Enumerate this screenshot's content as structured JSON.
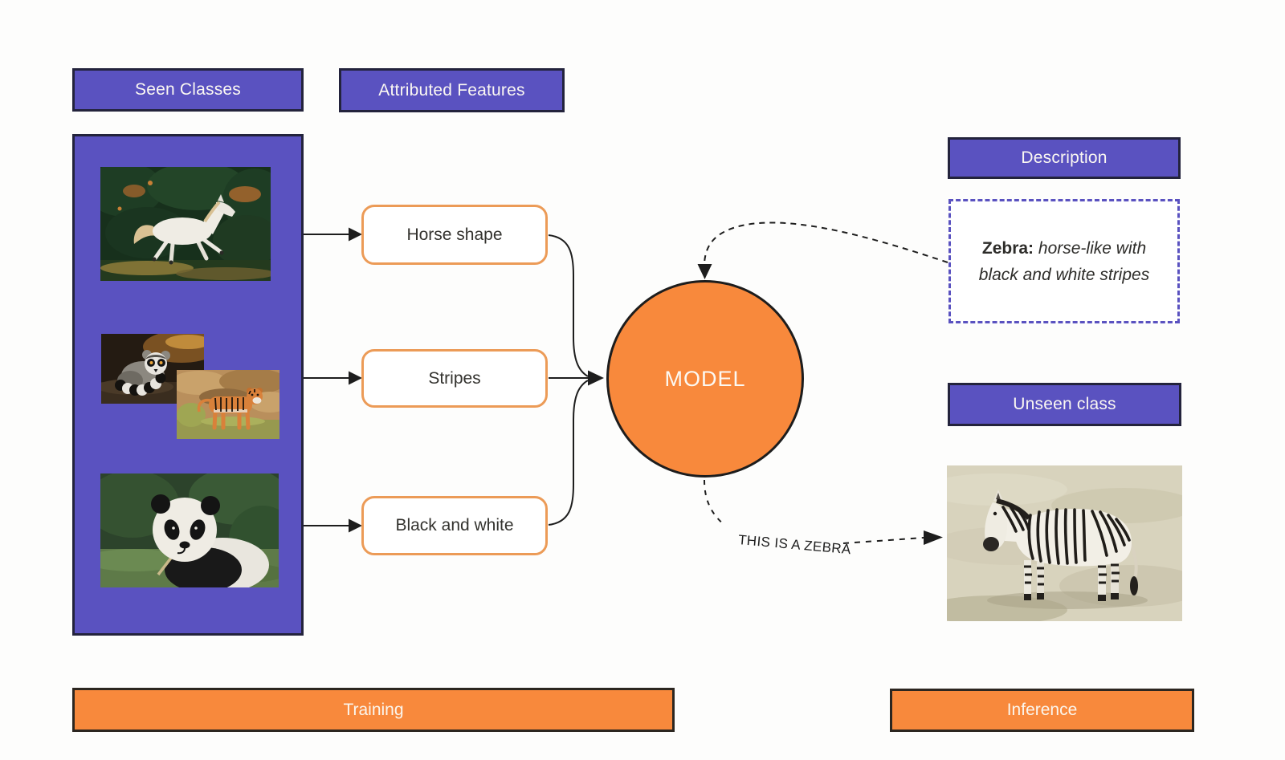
{
  "headers": {
    "seen_classes": "Seen Classes",
    "attributed_features": "Attributed Features",
    "description": "Description",
    "unseen_class": "Unseen class"
  },
  "features": [
    {
      "label": "Horse shape"
    },
    {
      "label": "Stripes"
    },
    {
      "label": "Black and white"
    }
  ],
  "model": {
    "label": "MODEL"
  },
  "description_box": {
    "term": "Zebra:",
    "definition": "horse-like with black and white stripes"
  },
  "annotation": {
    "inference_text": "THIS IS A ZEBRA"
  },
  "phases": {
    "training": "Training",
    "inference": "Inference"
  },
  "images": {
    "horse": "white-horse-photo",
    "lemur": "ring-tailed-lemur-photo",
    "tiger": "tiger-photo",
    "panda": "giant-panda-photo",
    "zebra": "zebra-photo"
  },
  "colors": {
    "purple": "#5a52c0",
    "orange": "#f8893c",
    "feature_border": "#ec9b57",
    "line": "#1d1d1d"
  }
}
